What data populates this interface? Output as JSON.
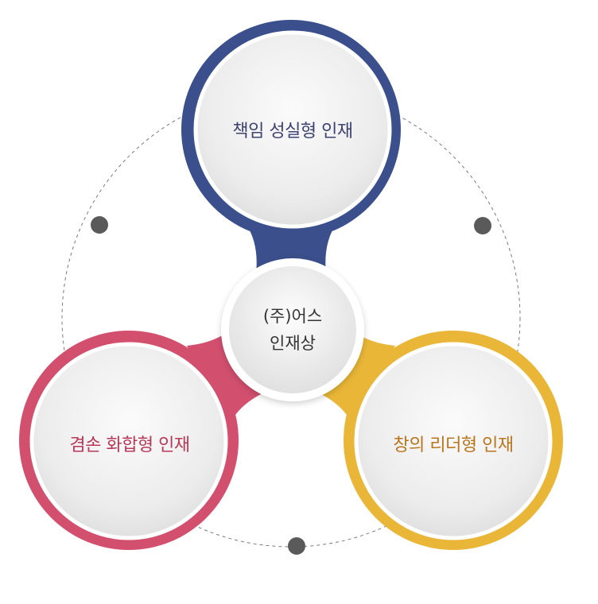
{
  "center": {
    "line1": "(주)어스",
    "line2": "인재상"
  },
  "nodes": {
    "top": {
      "label": "책임 성실형 인재",
      "color": "#3a4f8b",
      "text_color": "#3d4270"
    },
    "left": {
      "label": "겸손 화합형 인재",
      "color": "#d24f6e",
      "text_color": "#b9385a"
    },
    "right": {
      "label": "창의 리더형 인재",
      "color": "#e9b637",
      "text_color": "#b8751c"
    }
  },
  "colors": {
    "dot": "#5a5a5a",
    "dashed_ring": "#7a7a7a"
  }
}
